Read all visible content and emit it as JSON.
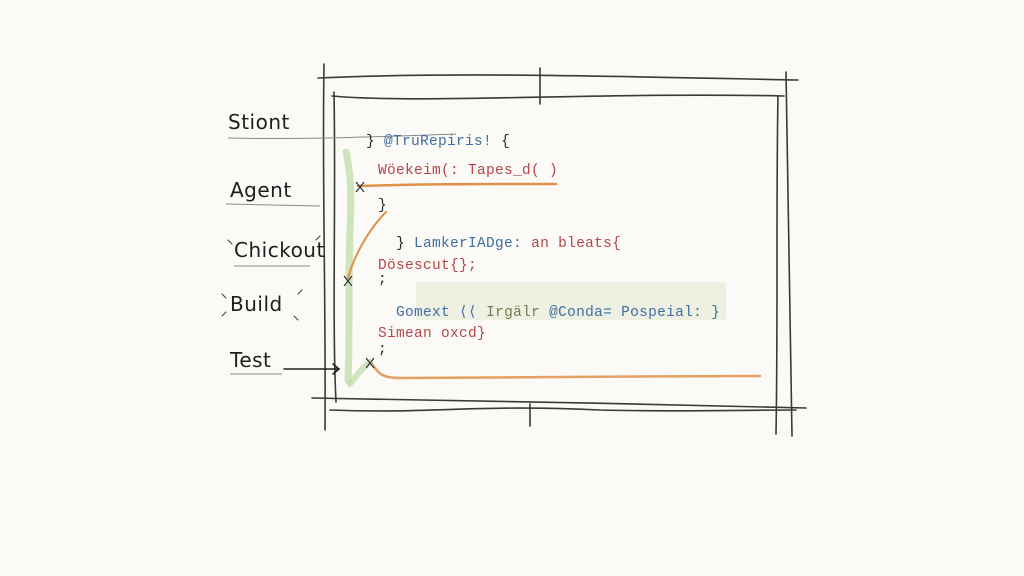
{
  "diagram": {
    "type": "hand-drawn CI pipeline editor sketch",
    "colors": {
      "background": "#fbfaf6",
      "ink": "#2a2a2a",
      "code_red": "#b4464a",
      "code_blue": "#3f6fa4",
      "flow_orange": "#e0904a",
      "flow_green": "#a9d18e",
      "highlight": "#eef0e2"
    }
  },
  "stages": [
    {
      "label": "Stiont"
    },
    {
      "label": "Agent"
    },
    {
      "label": "Chickout"
    },
    {
      "label": "Build"
    },
    {
      "label": "Test"
    }
  ],
  "code_panel": {
    "lines": [
      {
        "prefix": "} ",
        "text": "@TruRepiris!",
        "suffix": " {"
      },
      {
        "text": "Wöekeim(: Tapes_d( )"
      },
      {
        "text": "}"
      },
      {
        "prefix": "} ",
        "text": "LamkerIADge:",
        "suffix": " an bleats{"
      },
      {
        "text": "Dösescut{};"
      },
      {
        "text": ";"
      },
      {
        "prefix": "Gomext ⟨⟨ ",
        "highlight_a": "Irgälr",
        "highlight_b": " @Conda= Pospeial: }"
      },
      {
        "text": "Simean oxcd}"
      },
      {
        "text": ";"
      }
    ]
  }
}
